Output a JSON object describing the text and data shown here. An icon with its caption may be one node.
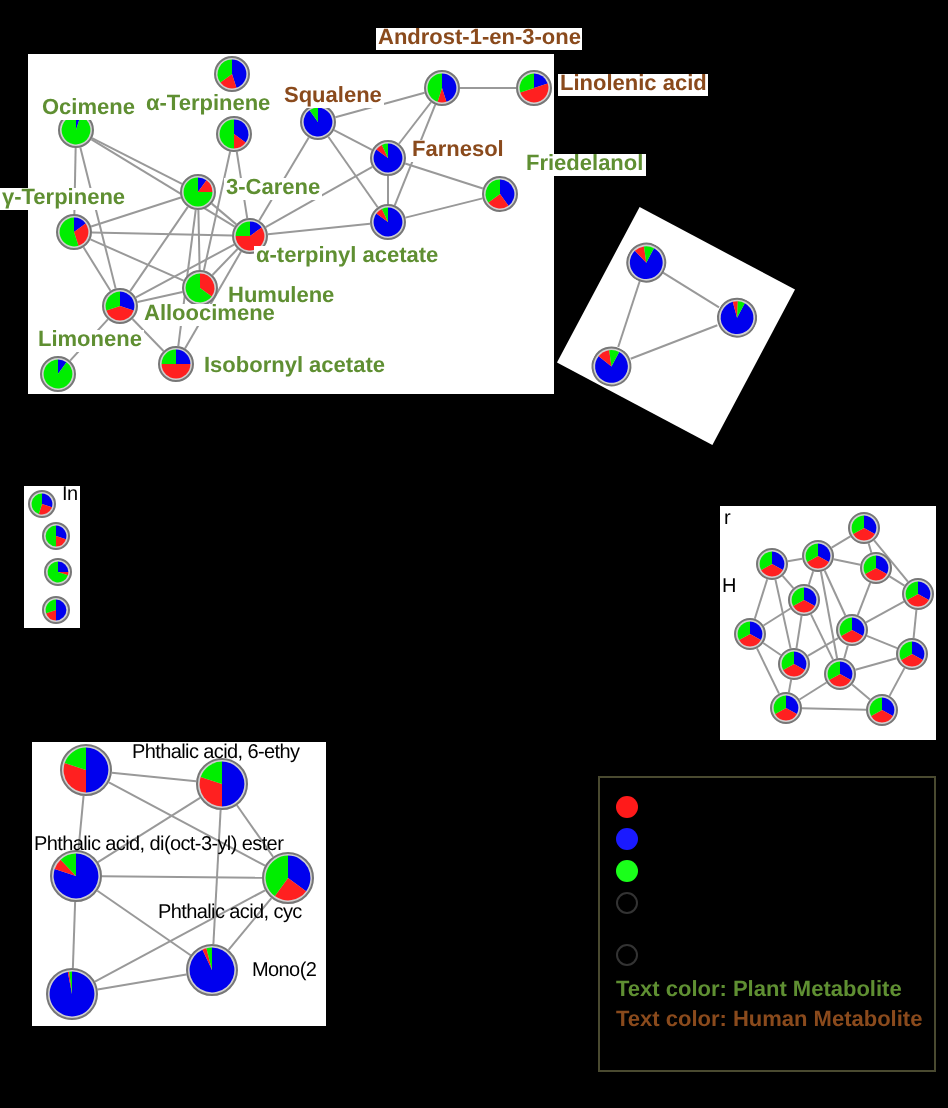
{
  "diagram": {
    "nodes": [
      {
        "text": [],
        "shape": "box"
      },
      {
        "text": [],
        "shape": "circle",
        "in": 0
      },
      {
        "text": [],
        "shape": "circle",
        "in": 0,
        "beside": [
          "α-Terpinene"
        ]
      },
      {
        "text": [],
        "shape": "circle",
        "in": 0,
        "beside": [
          "Ocimene"
        ]
      },
      {
        "text": [],
        "shape": "circle",
        "in": 0,
        "beside": [
          "Squalene"
        ]
      },
      {
        "text": [],
        "shape": "circle",
        "in": 0,
        "beside": [
          "Androst-1-en-3-one"
        ]
      },
      {
        "text": [],
        "shape": "circle",
        "in": 0,
        "beside": [
          "Linolenic acid"
        ]
      },
      {
        "text": [],
        "shape": "circle",
        "in": 0,
        "beside": [
          "Farnesol"
        ]
      },
      {
        "text": [],
        "shape": "circle",
        "in": 0,
        "beside": [
          "Friedelanol"
        ]
      },
      {
        "text": [],
        "shape": "circle",
        "in": 0,
        "beside": [
          "3-Carene"
        ]
      },
      {
        "text": [],
        "shape": "circle",
        "in": 0,
        "beside": [
          "γ-Terpinene"
        ]
      },
      {
        "text": [],
        "shape": "circle",
        "in": 0,
        "beside": [
          "α-terpinyl acetate"
        ]
      },
      {
        "text": [],
        "shape": "circle",
        "in": 0
      },
      {
        "text": [],
        "shape": "circle",
        "in": 0,
        "beside": [
          "Humulene"
        ]
      },
      {
        "text": [],
        "shape": "circle",
        "in": 0,
        "beside": [
          "Alloocimene"
        ]
      },
      {
        "text": [],
        "shape": "circle",
        "in": 0,
        "beside": [
          "Limonene"
        ]
      },
      {
        "text": [],
        "shape": "circle",
        "in": 0,
        "beside": [
          "Isobornyl acetate"
        ]
      },
      {
        "text": [],
        "shape": "box"
      },
      {
        "text": [],
        "shape": "circle",
        "in": 17
      },
      {
        "text": [],
        "shape": "circle",
        "in": 17
      },
      {
        "text": [],
        "shape": "circle",
        "in": 17
      },
      {
        "text": [],
        "shape": "box"
      },
      {
        "text": [],
        "shape": "circle",
        "in": 21,
        "beside": [
          "In"
        ]
      },
      {
        "text": [],
        "shape": "circle",
        "in": 21
      },
      {
        "text": [],
        "shape": "circle",
        "in": 21
      },
      {
        "text": [],
        "shape": "circle",
        "in": 21
      },
      {
        "text": [],
        "shape": "box"
      },
      {
        "text": [],
        "shape": "circle",
        "in": 26
      },
      {
        "text": [],
        "shape": "circle",
        "in": 26
      },
      {
        "text": [],
        "shape": "circle",
        "in": 26
      },
      {
        "text": [],
        "shape": "circle",
        "in": 26
      },
      {
        "text": [],
        "shape": "circle",
        "in": 26
      },
      {
        "text": [],
        "shape": "circle",
        "in": 26
      },
      {
        "text": [],
        "shape": "circle",
        "in": 26
      },
      {
        "text": [],
        "shape": "circle",
        "in": 26
      },
      {
        "text": [],
        "shape": "circle",
        "in": 26
      },
      {
        "text": [],
        "shape": "circle",
        "in": 26
      },
      {
        "text": [],
        "shape": "circle",
        "in": 26
      },
      {
        "text": [],
        "shape": "circle",
        "in": 26
      },
      {
        "text": [],
        "shape": "circle",
        "in": 26
      },
      {
        "text": [],
        "shape": "box"
      },
      {
        "text": [],
        "shape": "circle",
        "in": 40
      },
      {
        "text": [],
        "shape": "circle",
        "in": 40,
        "beside": [
          "Phthalic acid, 6-ethy"
        ]
      },
      {
        "text": [],
        "shape": "circle",
        "in": 40,
        "beside": [
          "Phthalic acid, di(oct-3-yl) ester"
        ]
      },
      {
        "text": [],
        "shape": "circle",
        "in": 40,
        "beside": [
          "Phthalic acid, cyc"
        ]
      },
      {
        "text": [],
        "shape": "circle",
        "in": 40
      },
      {
        "text": [],
        "shape": "circle",
        "in": 40,
        "beside": [
          "Mono(2"
        ]
      }
    ],
    "edges": [
      {
        "from": 3,
        "to": 9,
        "arrow": "none"
      },
      {
        "from": 3,
        "to": 11,
        "arrow": "none"
      },
      {
        "from": 3,
        "to": 10,
        "arrow": "none"
      },
      {
        "from": 3,
        "to": 14,
        "arrow": "none"
      },
      {
        "from": 2,
        "to": 11,
        "arrow": "none"
      },
      {
        "from": 2,
        "to": 13,
        "arrow": "none"
      },
      {
        "from": 4,
        "to": 5,
        "arrow": "none"
      },
      {
        "from": 4,
        "to": 7,
        "arrow": "none"
      },
      {
        "from": 4,
        "to": 12,
        "arrow": "none"
      },
      {
        "from": 4,
        "to": 11,
        "arrow": "none"
      },
      {
        "from": 5,
        "to": 6,
        "arrow": "none"
      },
      {
        "from": 5,
        "to": 7,
        "arrow": "none"
      },
      {
        "from": 5,
        "to": 12,
        "arrow": "none"
      },
      {
        "from": 7,
        "to": 8,
        "arrow": "none"
      },
      {
        "from": 7,
        "to": 12,
        "arrow": "none"
      },
      {
        "from": 7,
        "to": 11,
        "arrow": "none"
      },
      {
        "from": 12,
        "to": 8,
        "arrow": "none"
      },
      {
        "from": 12,
        "to": 11,
        "arrow": "none"
      },
      {
        "from": 9,
        "to": 10,
        "arrow": "none"
      },
      {
        "from": 9,
        "to": 11,
        "arrow": "none"
      },
      {
        "from": 9,
        "to": 13,
        "arrow": "none"
      },
      {
        "from": 9,
        "to": 14,
        "arrow": "none"
      },
      {
        "from": 9,
        "to": 16,
        "arrow": "none"
      },
      {
        "from": 10,
        "to": 11,
        "arrow": "none"
      },
      {
        "from": 10,
        "to": 14,
        "arrow": "none"
      },
      {
        "from": 10,
        "to": 13,
        "arrow": "none"
      },
      {
        "from": 11,
        "to": 14,
        "arrow": "none"
      },
      {
        "from": 11,
        "to": 13,
        "arrow": "none"
      },
      {
        "from": 11,
        "to": 16,
        "arrow": "none"
      },
      {
        "from": 13,
        "to": 14,
        "arrow": "none"
      },
      {
        "from": 14,
        "to": 15,
        "arrow": "none"
      },
      {
        "from": 14,
        "to": 16,
        "arrow": "none"
      },
      {
        "from": 18,
        "to": 19,
        "arrow": "none"
      },
      {
        "from": 18,
        "to": 20,
        "arrow": "none"
      },
      {
        "from": 19,
        "to": 20,
        "arrow": "none"
      },
      {
        "from": 27,
        "to": 28,
        "arrow": "none"
      },
      {
        "from": 27,
        "to": 30,
        "arrow": "none"
      },
      {
        "from": 27,
        "to": 31,
        "arrow": "none"
      },
      {
        "from": 28,
        "to": 29,
        "arrow": "none"
      },
      {
        "from": 28,
        "to": 30,
        "arrow": "none"
      },
      {
        "from": 28,
        "to": 32,
        "arrow": "none"
      },
      {
        "from": 28,
        "to": 33,
        "arrow": "none"
      },
      {
        "from": 28,
        "to": 37,
        "arrow": "none"
      },
      {
        "from": 29,
        "to": 32,
        "arrow": "none"
      },
      {
        "from": 29,
        "to": 34,
        "arrow": "none"
      },
      {
        "from": 29,
        "to": 36,
        "arrow": "none"
      },
      {
        "from": 30,
        "to": 31,
        "arrow": "none"
      },
      {
        "from": 30,
        "to": 33,
        "arrow": "none"
      },
      {
        "from": 31,
        "to": 35,
        "arrow": "none"
      },
      {
        "from": 31,
        "to": 33,
        "arrow": "none"
      },
      {
        "from": 32,
        "to": 34,
        "arrow": "none"
      },
      {
        "from": 32,
        "to": 36,
        "arrow": "none"
      },
      {
        "from": 32,
        "to": 37,
        "arrow": "none"
      },
      {
        "from": 33,
        "to": 36,
        "arrow": "none"
      },
      {
        "from": 33,
        "to": 37,
        "arrow": "none"
      },
      {
        "from": 33,
        "to": 35,
        "arrow": "none"
      },
      {
        "from": 34,
        "to": 36,
        "arrow": "none"
      },
      {
        "from": 34,
        "to": 38,
        "arrow": "none"
      },
      {
        "from": 35,
        "to": 37,
        "arrow": "none"
      },
      {
        "from": 35,
        "to": 39,
        "arrow": "none"
      },
      {
        "from": 36,
        "to": 38,
        "arrow": "none"
      },
      {
        "from": 37,
        "to": 38,
        "arrow": "none"
      },
      {
        "from": 37,
        "to": 39,
        "arrow": "none"
      },
      {
        "from": 38,
        "to": 39,
        "arrow": "none"
      },
      {
        "from": 41,
        "to": 42,
        "arrow": "none"
      },
      {
        "from": 41,
        "to": 43,
        "arrow": "none"
      },
      {
        "from": 41,
        "to": 44,
        "arrow": "none"
      },
      {
        "from": 42,
        "to": 43,
        "arrow": "none"
      },
      {
        "from": 42,
        "to": 44,
        "arrow": "none"
      },
      {
        "from": 42,
        "to": 46,
        "arrow": "none"
      },
      {
        "from": 43,
        "to": 44,
        "arrow": "none"
      },
      {
        "from": 43,
        "to": 45,
        "arrow": "none"
      },
      {
        "from": 43,
        "to": 46,
        "arrow": "none"
      },
      {
        "from": 44,
        "to": 45,
        "arrow": "none"
      },
      {
        "from": 44,
        "to": 46,
        "arrow": "none"
      },
      {
        "from": 45,
        "to": 46,
        "arrow": "none"
      }
    ],
    "labels": [
      "r",
      "H",
      "Text color: Plant Metabolite",
      "Text color: Human Metabolite"
    ]
  }
}
